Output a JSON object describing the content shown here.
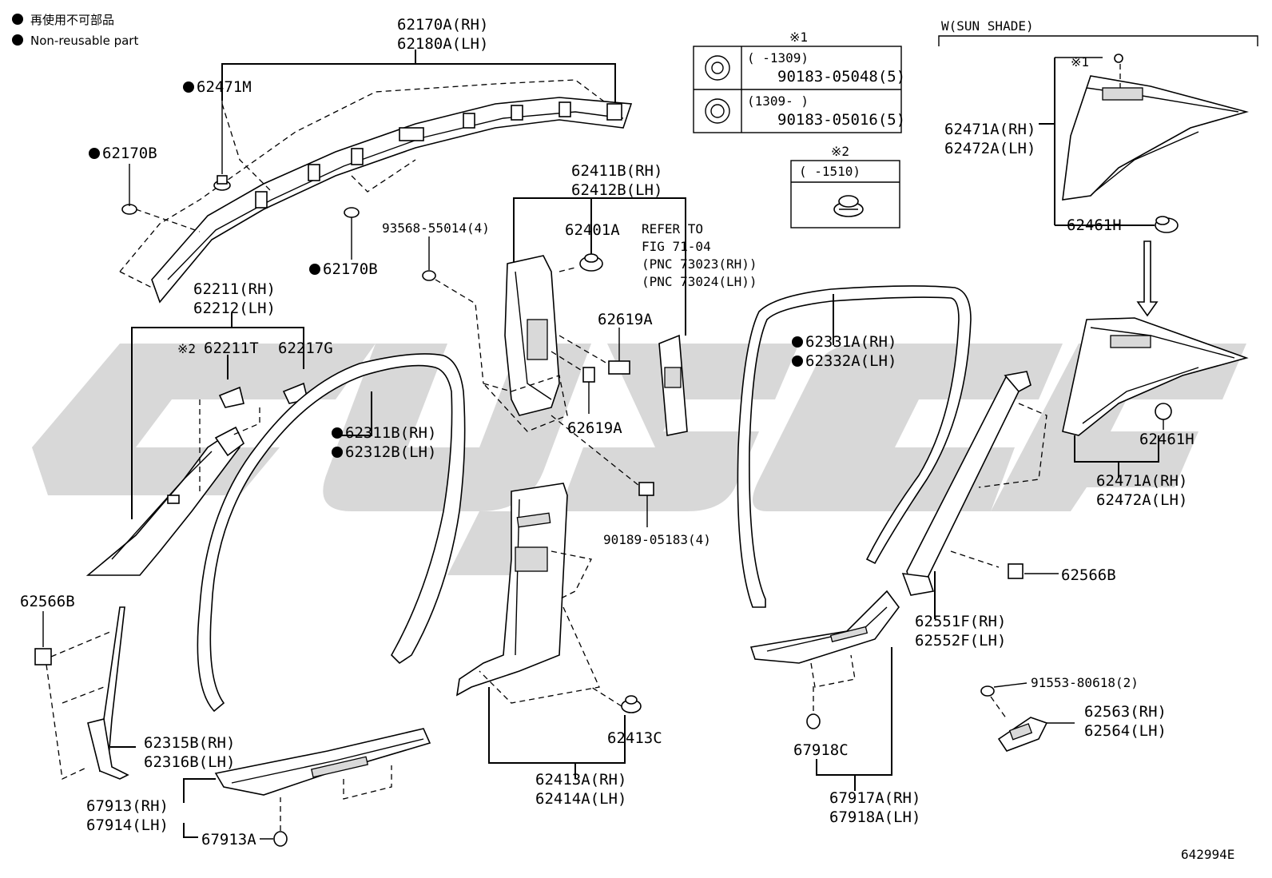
{
  "legend": {
    "jp": "再使用不可部品",
    "en": "Non-reusable part"
  },
  "figure_code": "642994E",
  "note1": {
    "mark": "※1",
    "row1_range": "(      -1309)",
    "row1_part": "90183-05048(5)",
    "row2_range": "(1309-      )",
    "row2_part": "90183-05016(5)"
  },
  "note2": {
    "mark": "※2",
    "range": "(      -1510)"
  },
  "sunshade": {
    "title": "W(SUN SHADE)",
    "mark": "※1"
  },
  "labels": {
    "p62170A": "62170A(RH)",
    "p62180A": "62180A(LH)",
    "p62471M": "62471M",
    "p62170B_a": "62170B",
    "p62170B_b": "62170B",
    "p62211": "62211(RH)",
    "p62212": "62212(LH)",
    "p62211T_mark": "※2",
    "p62211T": "62211T",
    "p62217G": "62217G",
    "p62311B": "62311B(RH)",
    "p62312B": "62312B(LH)",
    "p62566B_a": "62566B",
    "p62315B": "62315B(RH)",
    "p62316B": "62316B(LH)",
    "p67913": "67913(RH)",
    "p67914": "67914(LH)",
    "p67913A": "67913A",
    "p93568": "93568-55014(4)",
    "p62411B": "62411B(RH)",
    "p62412B": "62412B(LH)",
    "p62401A": "62401A",
    "refer1": "REFER TO",
    "refer2": "FIG 71-04",
    "refer3": "(PNC 73023(RH))",
    "refer4": "(PNC 73024(LH))",
    "p62619A_a": "62619A",
    "p62619A_b": "62619A",
    "p90189": "90189-05183(4)",
    "p62413C": "62413C",
    "p62413A": "62413A(RH)",
    "p62414A": "62414A(LH)",
    "p62331A": "62331A(RH)",
    "p62332A": "62332A(LH)",
    "p62551F": "62551F(RH)",
    "p62552F": "62552F(LH)",
    "p62566B_b": "62566B",
    "p67918C": "67918C",
    "p67917A": "67917A(RH)",
    "p67918A": "67918A(LH)",
    "p91553": "91553-80618(2)",
    "p62563": "62563(RH)",
    "p62564": "62564(LH)",
    "p62471A_a": "62471A(RH)",
    "p62472A_a": "62472A(LH)",
    "p62461H_a": "62461H",
    "p62461H_b": "62461H",
    "p62471A_b": "62471A(RH)",
    "p62472A_b": "62472A(LH)"
  },
  "colors": {
    "ink": "#000000",
    "watermark": "#d4d4d4",
    "paper": "#ffffff"
  }
}
